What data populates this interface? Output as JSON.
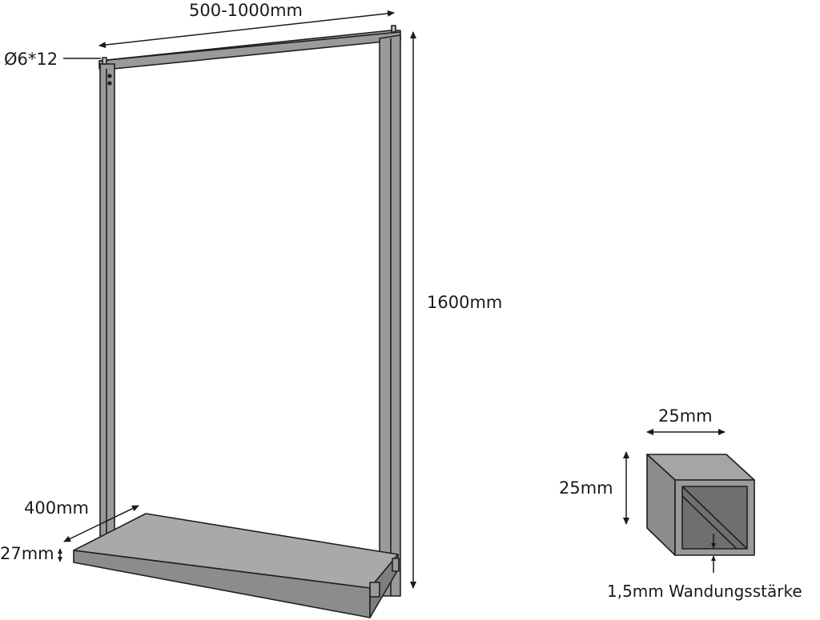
{
  "labels": {
    "width": "500-1000mm",
    "bolt": "Ø6*12",
    "height": "1600mm",
    "depth": "400mm",
    "shelf_thickness": "27mm",
    "profile_width": "25mm",
    "profile_height": "25mm",
    "wall_thickness": "1,5mm Wandungsstärke"
  },
  "colors": {
    "frame": "#9a9a9a",
    "frame_dark": "#7e7e7e",
    "shelf_top": "#a9a9a9",
    "shelf_side": "#8c8c8c",
    "edge": "#1f1f1f"
  }
}
